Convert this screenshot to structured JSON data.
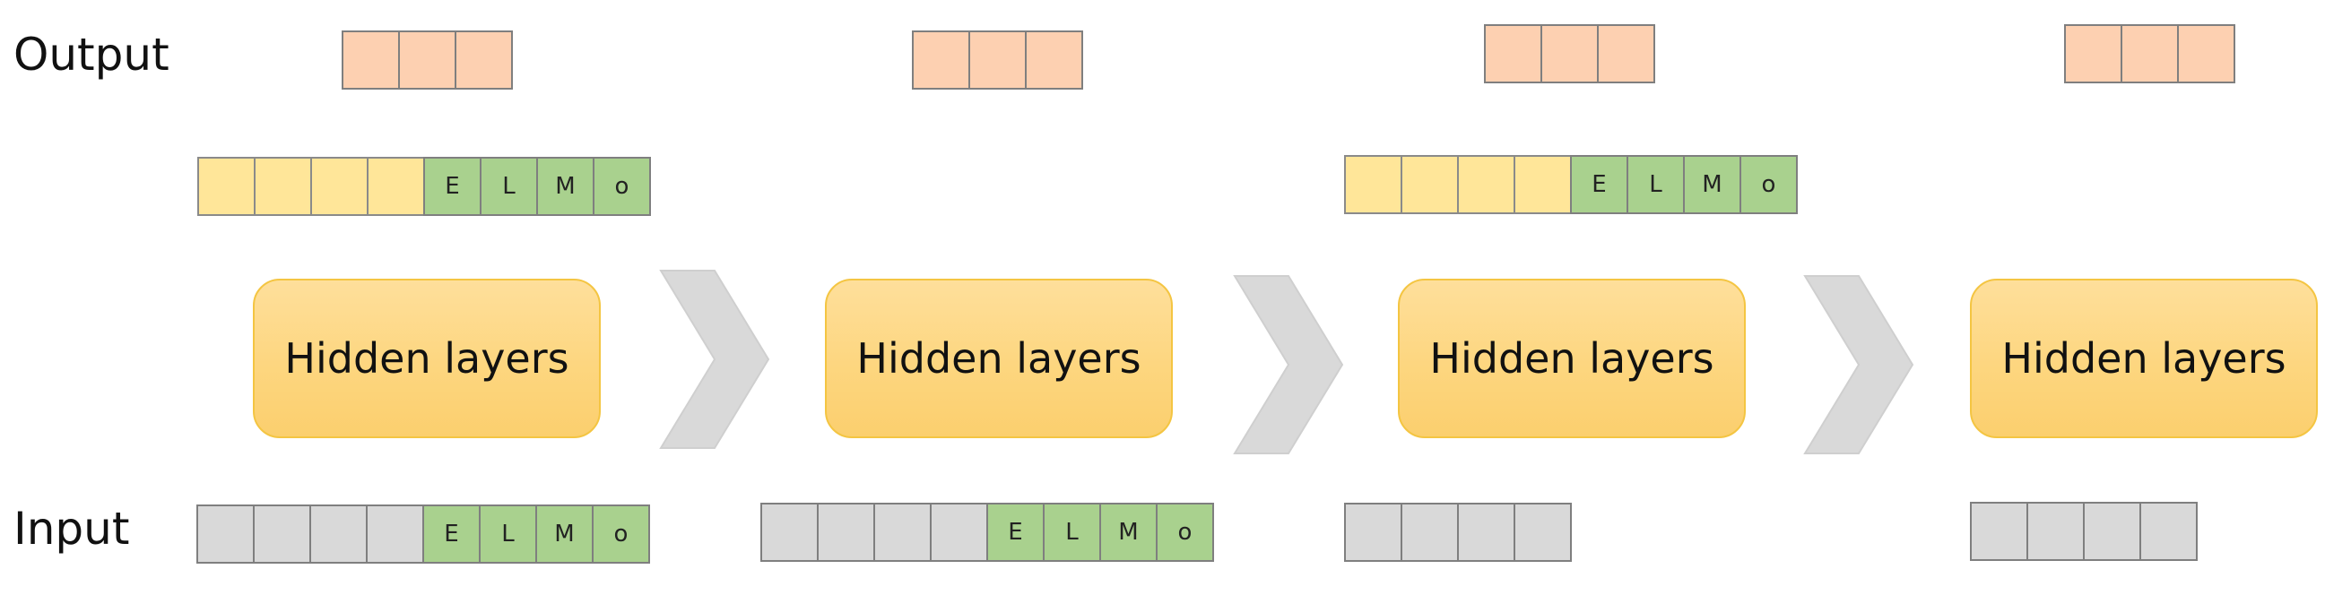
{
  "labels": {
    "output": "Output",
    "input": "Input"
  },
  "hidden_layer_label": "Hidden layers",
  "elmo_letters": [
    "E",
    "L",
    "M",
    "o"
  ],
  "colors": {
    "output_cell": "#fdd0b1",
    "yellow_cell": "#ffe699",
    "elmo_cell": "#a9d18e",
    "input_cell": "#d9d9d9",
    "hidden_fill": "#fdd67f",
    "chevron": "#d9d9d9"
  },
  "stages": [
    {
      "output_cells": 3,
      "pre_hidden": {
        "yellow": 4,
        "elmo": true
      },
      "input": {
        "gray": 4,
        "elmo": true
      }
    },
    {
      "output_cells": 3,
      "pre_hidden": null,
      "input": {
        "gray": 4,
        "elmo": true
      }
    },
    {
      "output_cells": 3,
      "pre_hidden": {
        "yellow": 4,
        "elmo": true
      },
      "input": {
        "gray": 4,
        "elmo": false
      }
    },
    {
      "output_cells": 3,
      "pre_hidden": null,
      "input": {
        "gray": 4,
        "elmo": false
      }
    }
  ]
}
